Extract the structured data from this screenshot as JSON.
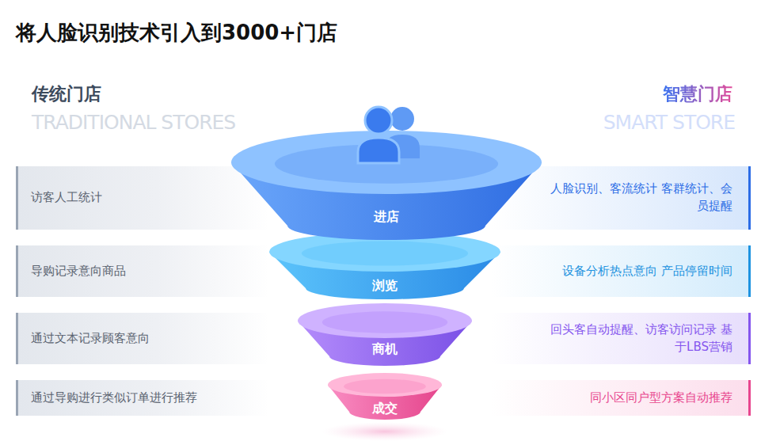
{
  "diagram": {
    "title": "将人脸识别技术引入到3000+门店",
    "nodes": [
      {
        "text": [
          "访客人工统计"
        ]
      },
      {
        "text": [
          "进店"
        ]
      },
      {
        "text": [
          "人脸识别、客流统计 客群统计、会员提醒"
        ]
      },
      {
        "text": [
          "导购记录意向商品"
        ]
      },
      {
        "text": [
          "浏览"
        ]
      },
      {
        "text": [
          "设备分析热点意向 产品停留时间"
        ]
      },
      {
        "text": [
          "通过文本记录顾客意向"
        ]
      },
      {
        "text": [
          "商机"
        ]
      },
      {
        "text": [
          "回头客自动提醒、访客访问记录 基于LBS营销"
        ]
      },
      {
        "text": [
          "通过导购进行类似订单进行推荐"
        ]
      },
      {
        "text": [
          "成交"
        ]
      },
      {
        "text": [
          "同小区同户型方案自动推荐"
        ]
      }
    ],
    "labels": [
      "传统门店",
      "TRADITIONAL STORES",
      "智慧门店",
      "SMART STORE"
    ]
  }
}
